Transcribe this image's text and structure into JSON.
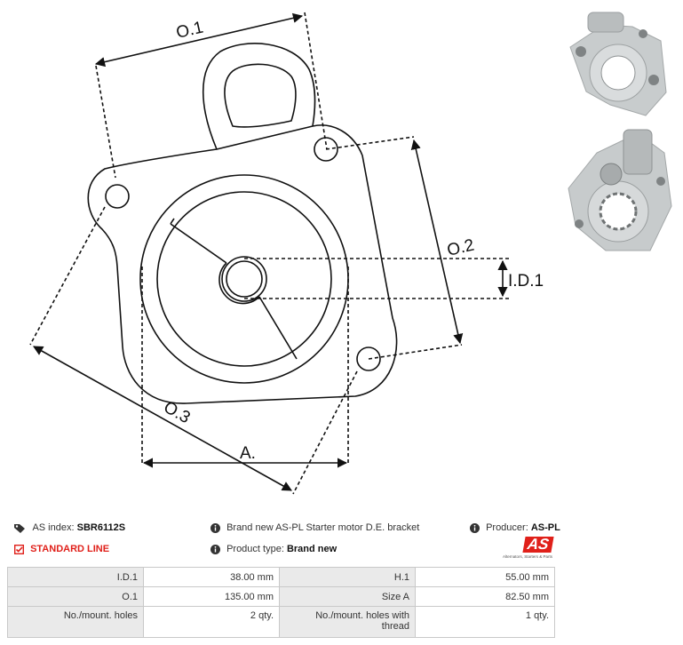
{
  "drawing": {
    "labels": {
      "o1": "O.1",
      "o2": "O.2",
      "o3": "O.3",
      "id1": "I.D.1",
      "a": "A."
    }
  },
  "info": {
    "as_index_label": "AS index:",
    "as_index_value": "SBR6112S",
    "description": "Brand new AS-PL Starter motor D.E. bracket",
    "producer_label": "Producer:",
    "producer_value": "AS-PL",
    "line_label": "STANDARD LINE",
    "product_type_label": "Product type:",
    "product_type_value": "Brand new",
    "logo_text": "AS",
    "logo_tagline": "Alternators, Starters & Parts"
  },
  "specs": {
    "rows": [
      {
        "k1": "I.D.1",
        "v1": "38.00 mm",
        "k2": "H.1",
        "v2": "55.00 mm"
      },
      {
        "k1": "O.1",
        "v1": "135.00 mm",
        "k2": "Size A",
        "v2": "82.50 mm"
      },
      {
        "k1": "No./mount. holes",
        "v1": "2 qty.",
        "k2": "No./mount. holes with thread",
        "v2": "1 qty."
      }
    ]
  },
  "colors": {
    "accent": "#e0201a",
    "header_bg": "#eaeaea",
    "border": "#c9c9c9"
  },
  "icons": [
    "tags-icon",
    "info-icon",
    "checkbox-icon"
  ]
}
